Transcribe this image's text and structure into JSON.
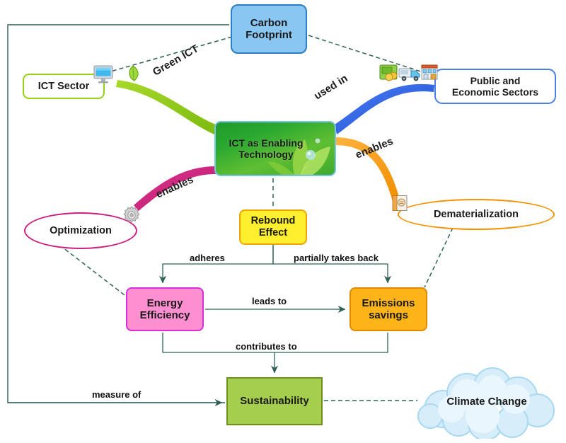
{
  "diagram": {
    "title": "ICT as Enabling Technology mind map",
    "frame_color": "#2f6157"
  },
  "nodes": {
    "carbon_footprint": {
      "label": "Carbon\nFootprint",
      "line1": "Carbon",
      "line2": "Footprint",
      "fill": "#8ac6f2",
      "stroke": "#2a7fc4"
    },
    "ict_sector": {
      "label": "ICT Sector",
      "fill": "#ffffff",
      "stroke": "#95d211"
    },
    "public_sectors": {
      "label": "Public and\nEconomic Sectors",
      "line1": "Public and",
      "line2": "Economic Sectors",
      "fill": "#ffffff",
      "stroke": "#4a7fe8"
    },
    "central": {
      "line1": "ICT as Enabling",
      "line2": "Technology",
      "fill": "#2aa830",
      "stroke": "#78c5e8"
    },
    "optimization": {
      "label": "Optimization",
      "fill": "#ffffff",
      "stroke": "#cc1f7f"
    },
    "dematerialization": {
      "label": "Dematerialization",
      "fill": "#ffffff",
      "stroke": "#f59200"
    },
    "rebound_effect": {
      "line1": "Rebound",
      "line2": "Effect",
      "fill": "#ffef2e",
      "stroke": "#f0a500"
    },
    "energy_efficiency": {
      "line1": "Energy",
      "line2": "Efficiency",
      "fill": "#ff8fd0",
      "stroke": "#d730d7"
    },
    "emissions_savings": {
      "line1": "Emissions",
      "line2": "savings",
      "fill": "#fdb419",
      "stroke": "#e08a00"
    },
    "sustainability": {
      "label": "Sustainability",
      "fill": "#a5ce4e",
      "stroke": "#6f8f1f"
    },
    "climate_change": {
      "label": "Climate Change",
      "fill": "#d9eefb"
    }
  },
  "branch_labels": {
    "green_ict": "Green ICT",
    "used_in": "used in",
    "enables_right": "enables",
    "enables_left": "enables"
  },
  "edge_labels": {
    "adheres": "adheres",
    "partially_takes_back": "partially takes back",
    "leads_to": "leads to",
    "contributes_to": "contributes to",
    "measure_of": "measure of"
  },
  "icons": {
    "monitor": "monitor-icon",
    "leaf": "leaf-icon",
    "business": "business-sectors-icon",
    "gear": "gear-icon",
    "demat": "document-icon"
  },
  "branch_colors": {
    "green_ict": "#8cc520",
    "used_in": "#2d62e8",
    "enables_right": "#f8a01c",
    "enables_left": "#cc1f7f"
  }
}
